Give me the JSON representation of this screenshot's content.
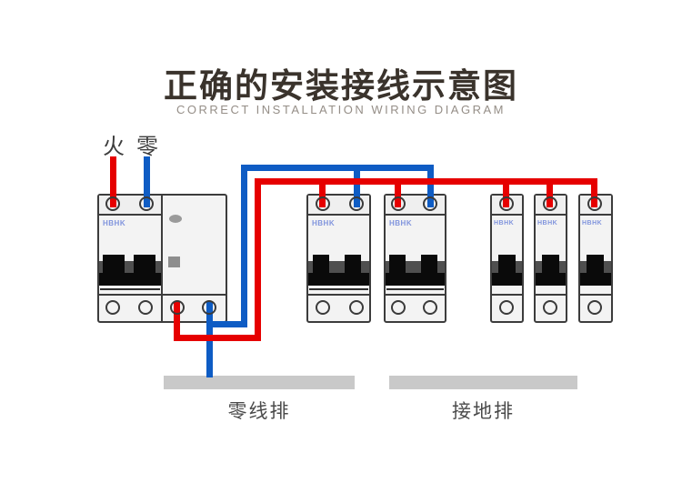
{
  "header": {
    "title": "正确的安装接线示意图",
    "subtitle": "CORRECT INSTALLATION WIRING DIAGRAM"
  },
  "input_labels": {
    "live": "火",
    "neutral": "零"
  },
  "brand": "HBHK",
  "bus_bars": {
    "neutral_label": "零线排",
    "ground_label": "接地排"
  },
  "colors": {
    "live_wire": "#e60000",
    "neutral_wire": "#0e5cc4",
    "brand_text": "#8094dd",
    "bar_fill": "#c9c9c9"
  }
}
